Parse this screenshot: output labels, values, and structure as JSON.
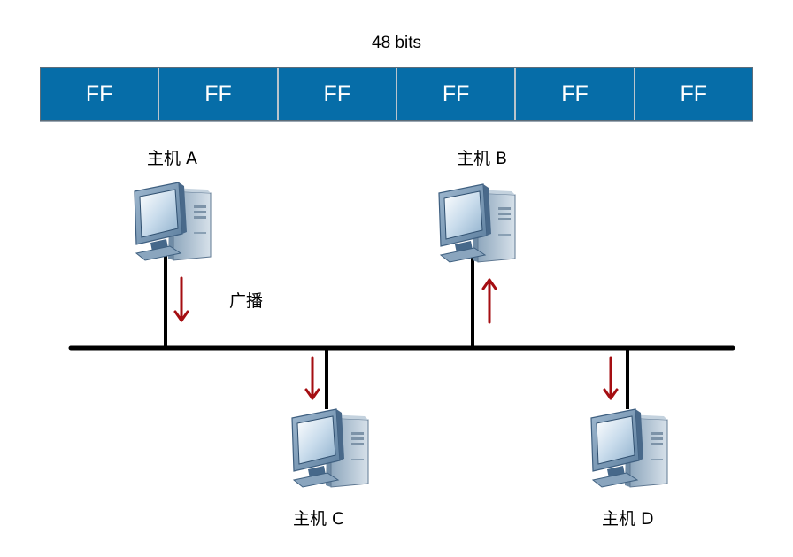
{
  "frame": {
    "bits_label": "48 bits",
    "cells": [
      "FF",
      "FF",
      "FF",
      "FF",
      "FF",
      "FF"
    ],
    "cell_color": "#066da8"
  },
  "hosts": [
    {
      "id": "A",
      "label": "主机 A",
      "arrow": "down"
    },
    {
      "id": "B",
      "label": "主机 B",
      "arrow": "up"
    },
    {
      "id": "C",
      "label": "主机 C",
      "arrow": "down"
    },
    {
      "id": "D",
      "label": "主机 D",
      "arrow": "down"
    }
  ],
  "broadcast_label": "广播",
  "colors": {
    "arrow": "#a50e12",
    "bus": "#000000"
  },
  "icons": [
    "computer-icon"
  ]
}
